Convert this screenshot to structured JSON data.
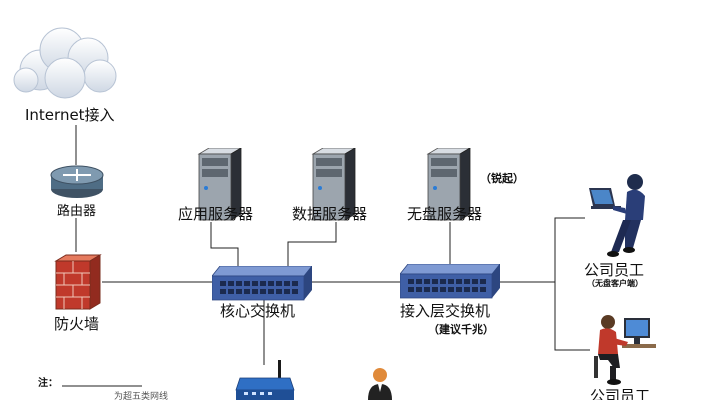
{
  "internet": {
    "label": "Internet接入"
  },
  "router": {
    "label": "路由器"
  },
  "firewall": {
    "label": "防火墙"
  },
  "servers": [
    {
      "label": "应用服务器"
    },
    {
      "label": "数据服务器"
    },
    {
      "label": "无盘服务器",
      "note": "（锐起）"
    }
  ],
  "core_switch": {
    "label": "核心交换机"
  },
  "access_switch": {
    "label": "接入层交换机",
    "note": "（建议千兆）"
  },
  "employees": [
    {
      "label": "公司员工",
      "note": "（无盘客户端）"
    },
    {
      "label": "公司员工"
    }
  ],
  "legend": {
    "title": "注：",
    "cable_label": "为超五类网线"
  },
  "colors": {
    "switch": "#3f5fa6",
    "cable": "#222222",
    "firewall": "#c0392b"
  }
}
